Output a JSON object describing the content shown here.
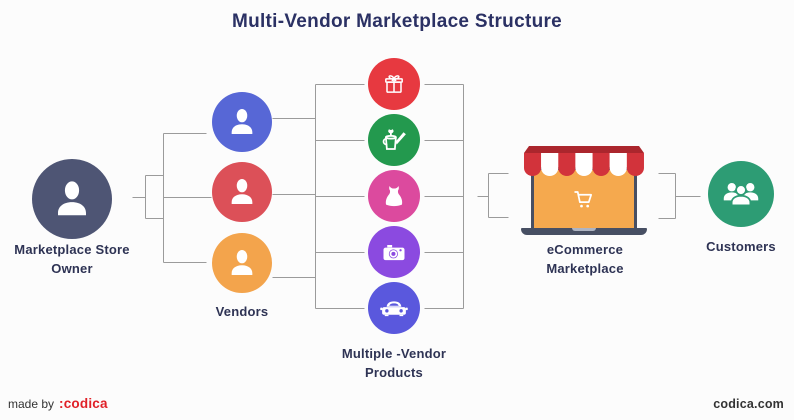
{
  "title": "Multi-Vendor Marketplace Structure",
  "nodes": {
    "owner": {
      "label_line1": "Marketplace Store",
      "label_line2": "Owner",
      "icon": "person-icon"
    },
    "vendors": {
      "label": "Vendors",
      "items": [
        {
          "icon": "person-icon",
          "color": "blue"
        },
        {
          "icon": "person-icon",
          "color": "red"
        },
        {
          "icon": "person-icon",
          "color": "orange"
        }
      ]
    },
    "products": {
      "label_line1": "Multiple -Vendor",
      "label_line2": "Products",
      "items": [
        {
          "icon": "gift-icon",
          "color": "red"
        },
        {
          "icon": "watering-can-icon",
          "color": "green"
        },
        {
          "icon": "dress-icon",
          "color": "pink"
        },
        {
          "icon": "camera-icon",
          "color": "purple"
        },
        {
          "icon": "car-icon",
          "color": "violet"
        }
      ]
    },
    "marketplace": {
      "label_line1": "eCommerce",
      "label_line2": "Marketplace",
      "icon": "storefront-laptop-icon",
      "screen_icon": "shopping-cart-icon"
    },
    "customers": {
      "label": "Customers",
      "icon": "people-group-icon"
    }
  },
  "colors": {
    "title_navy": "#2b3164",
    "label_navy": "#2e3354",
    "owner_slate": "#4e5574",
    "vendor_blue": "#5767d6",
    "vendor_red": "#dc5058",
    "vendor_orange": "#f3a44c",
    "product_red": "#e73940",
    "product_green": "#23994e",
    "product_pink": "#dc4a9e",
    "product_purple": "#8b4ae0",
    "product_violet": "#5a58dd",
    "customers_teal": "#2d9c74",
    "awning_red": "#d2333b",
    "awning_dark_red": "#ab262d",
    "laptop_dark": "#474f63",
    "screen_orange": "#f5a94e",
    "connector_gray": "#9b9b9b",
    "codica_red": "#e02128",
    "footer_dark": "#333333"
  },
  "footer": {
    "made_by": "made by",
    "brand": ":codica",
    "site": "codica.com"
  }
}
